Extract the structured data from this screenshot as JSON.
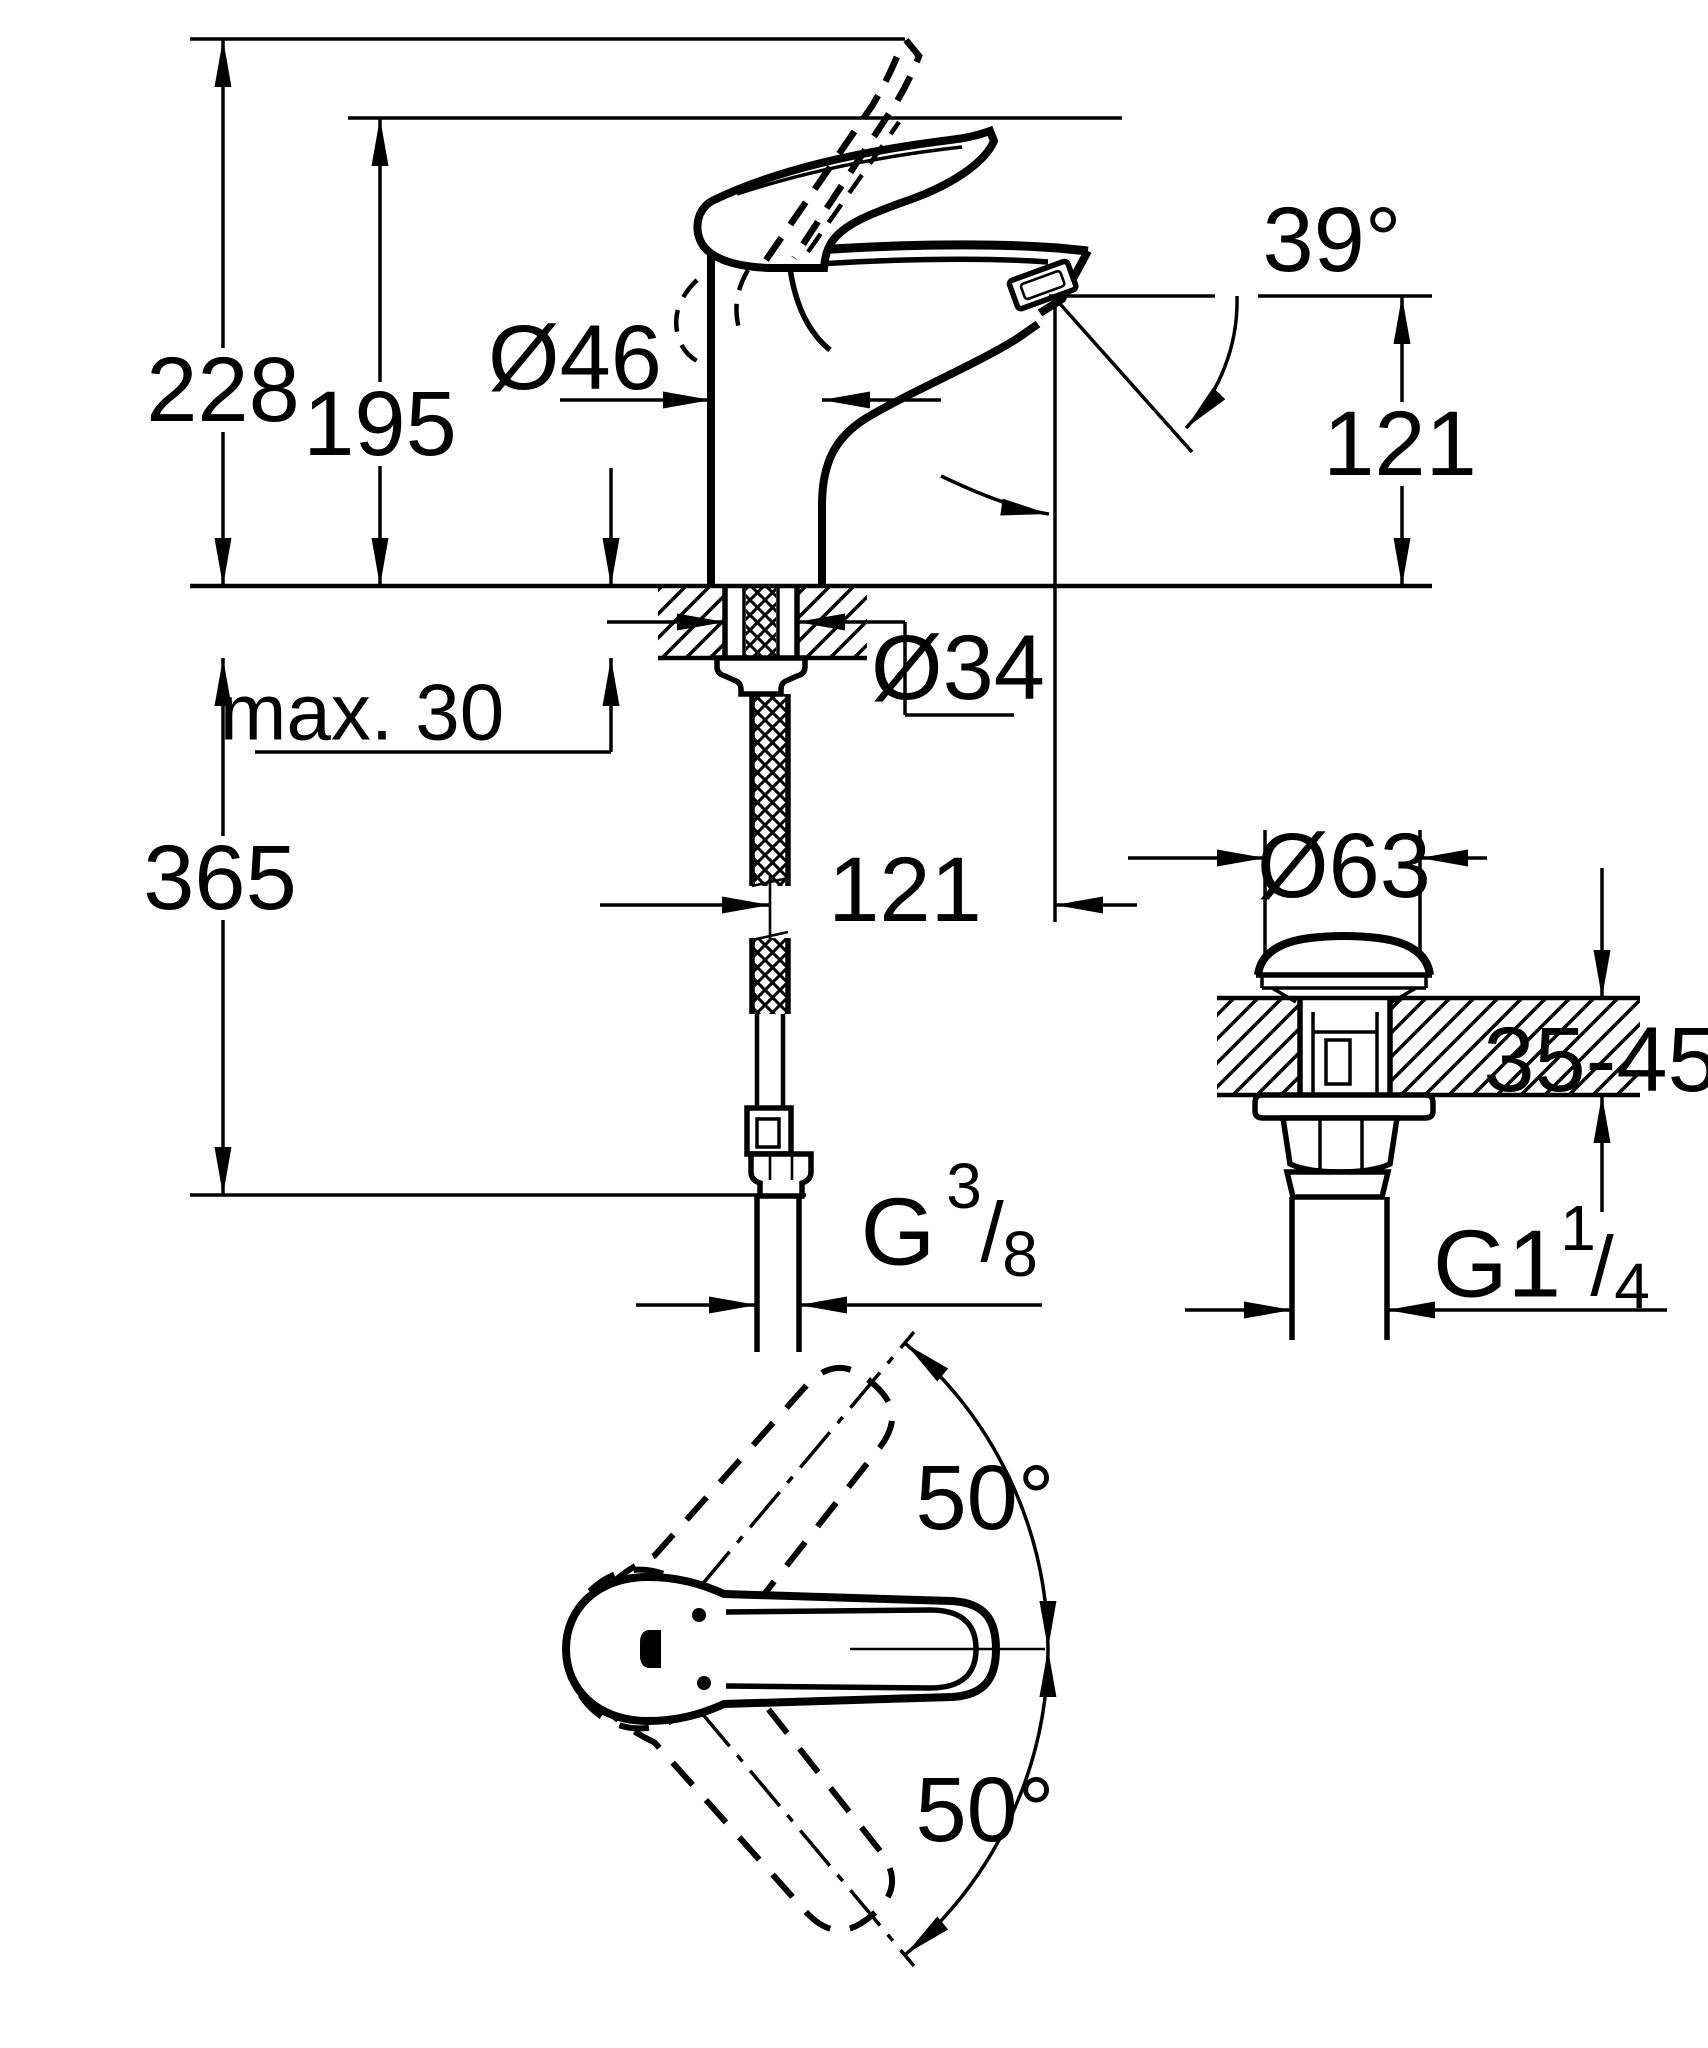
{
  "page": {
    "background": "#ffffff",
    "line_color": "#000000"
  },
  "drawing": {
    "type": "technical-dimension-drawing",
    "subject": "single-lever basin mixer faucet with flexible supply hose and pop-up waste",
    "views": {
      "side_view": {
        "labels": {
          "total_height": "228",
          "body_height": "195",
          "body_diameter": "Ø46",
          "spout_angle": "39°",
          "spout_height": "121",
          "counter_thickness_max": "max. 30",
          "mounting_hole_diameter": "Ø34",
          "hose_length": "365",
          "spout_reach": "121",
          "supply_thread": {
            "g": "G",
            "numerator": "3",
            "slash": "/",
            "denominator": "8"
          }
        }
      },
      "drain_view": {
        "labels": {
          "cap_diameter": "Ø63",
          "counter_thickness_range": "35-45",
          "waste_thread": {
            "g": "G1",
            "numerator": "1",
            "slash": "/",
            "denominator": "4"
          }
        }
      },
      "top_view": {
        "labels": {
          "handle_swing_up": "50°",
          "handle_swing_down": "50°"
        }
      }
    }
  }
}
